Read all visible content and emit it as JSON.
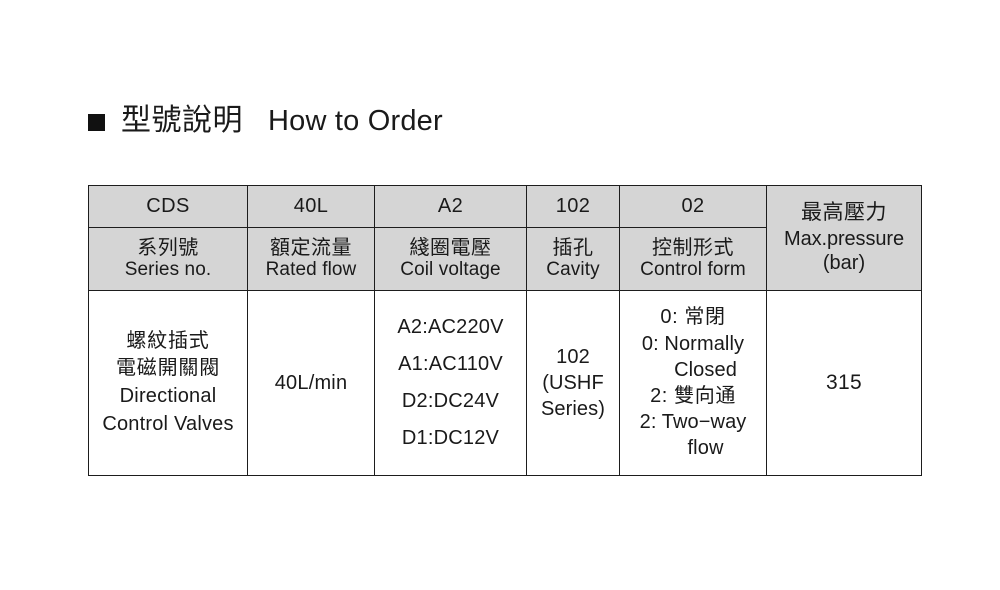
{
  "heading": {
    "bullet": "filled-square-bullet",
    "zh": "型號說明",
    "en": "How to Order"
  },
  "table": {
    "columns": [
      {
        "code": "CDS",
        "label_zh": "系列號",
        "label_en": "Series no.",
        "body_lines": [
          "螺紋插式",
          "電磁開關閥",
          "Directional",
          "Control Valves"
        ]
      },
      {
        "code": "40L",
        "label_zh": "額定流量",
        "label_en": "Rated flow",
        "body_lines": [
          "40L/min"
        ]
      },
      {
        "code": "A2",
        "label_zh": "綫圈電壓",
        "label_en": "Coil voltage",
        "body_lines": [
          "A2:AC220V",
          "A1:AC110V",
          "D2:DC24V",
          "D1:DC12V"
        ]
      },
      {
        "code": "102",
        "label_zh": "插孔",
        "label_en": "Cavity",
        "body_lines": [
          "102",
          "(USHF",
          "Series)"
        ]
      },
      {
        "code": "02",
        "label_zh": "控制形式",
        "label_en": "Control form",
        "body_lines": [
          "0: 常閉",
          "0: Normally",
          "Closed",
          "2: 雙向通",
          "2: Two−way",
          "flow"
        ]
      }
    ],
    "pressure_column": {
      "header_zh": "最高壓力",
      "header_en": "Max.pressure",
      "header_unit": "(bar)",
      "value": "315"
    }
  },
  "colors": {
    "header_fill": "#d5d5d5",
    "border": "#1d1d1d",
    "text": "#1a1a1a",
    "page_background": "#ffffff"
  }
}
